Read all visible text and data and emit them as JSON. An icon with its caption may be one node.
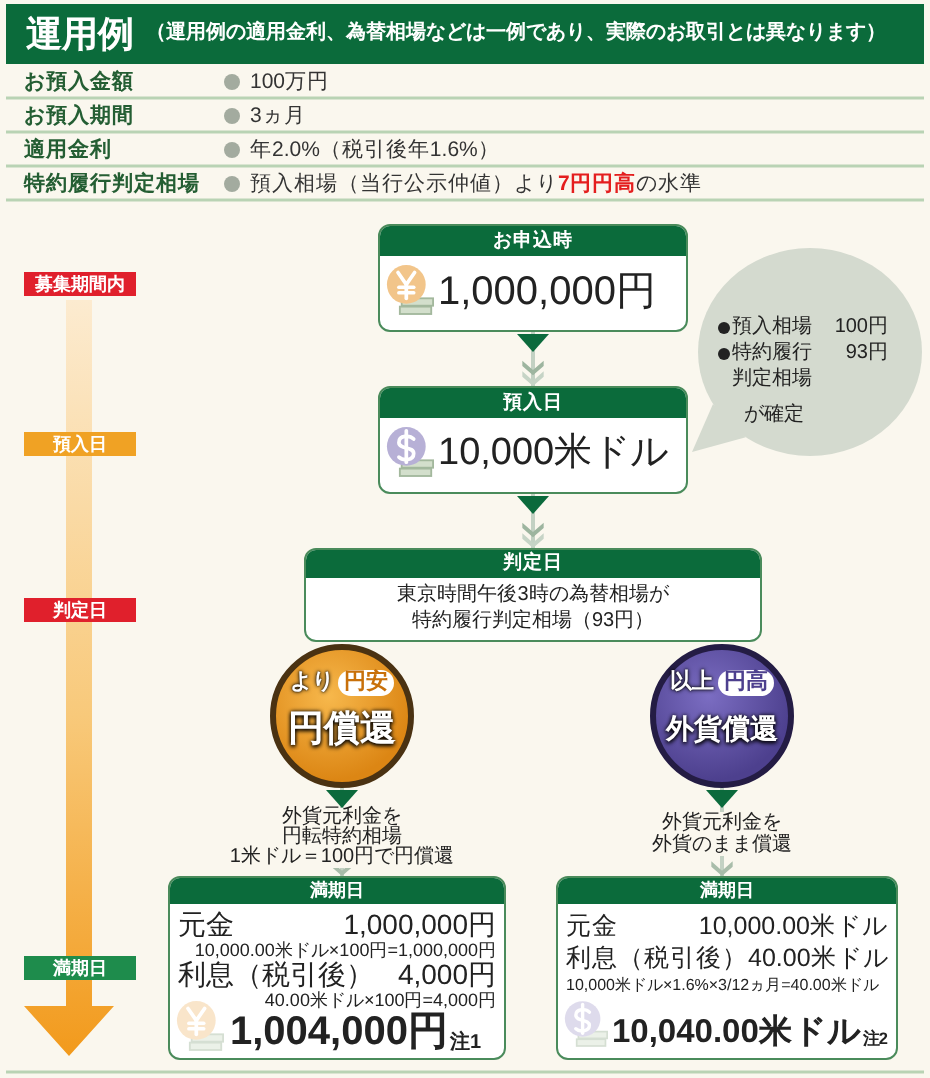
{
  "diagram": {
    "title": "運用例",
    "nodes": [
      {
        "text": [
          "募集期間内"
        ]
      },
      {
        "text": [
          "預入日"
        ]
      },
      {
        "text": [
          "判定日"
        ]
      },
      {
        "text": [
          "満期日"
        ]
      },
      {
        "text": [
          "お申込時",
          "1,000,000円"
        ]
      },
      {
        "text": [
          "預入相場",
          "100円",
          "特約履行判定相場",
          "93円",
          "が確定"
        ]
      },
      {
        "text": [
          "預入日",
          "10,000米ドル"
        ]
      },
      {
        "text": [
          "判定日",
          "東京時間午後3時の為替相場が特約履行判定相場（93円）"
        ]
      },
      {
        "text": [
          "より",
          "円安",
          "円償還"
        ]
      },
      {
        "text": [
          "以上",
          "円高",
          "外貨償還"
        ]
      },
      {
        "text": [
          "満期日",
          "元金",
          "1,000,000円",
          "10,000.00米ドル×100円=1,000,000円",
          "利息（税引後）",
          "4,000円",
          "40.00米ドル×100円=4,000円",
          "1,004,000円$_{注1}$"
        ]
      },
      {
        "text": [
          "満期日",
          "元金",
          "10,000.00米ドル",
          "利息（税引後）",
          "40.00米ドル",
          "10,000米ドル×1.6%×3/12ヵ月=40.00米ドル",
          "10,040.00米ドル$_{注2}$"
        ]
      }
    ],
    "edges": [
      {
        "from": 4,
        "to": 6,
        "arrow": "to"
      },
      {
        "from": 6,
        "to": 7,
        "arrow": "to"
      },
      {
        "from": 8,
        "to": 10,
        "arrow": "to",
        "label": "外貨元利金を円転特約相場1米ドル＝100円で円償還"
      },
      {
        "from": 9,
        "to": 11,
        "arrow": "to",
        "label": "外貨元利金を外貨のまま償還"
      }
    ],
    "labels": [
      "（運用例の適用金利、為替相場などは一例であり、実際のお取引とは異なります）",
      "お預入金額",
      "100万円",
      "お預入期間",
      "3ヵ月",
      "適用金利",
      "年2.0%（税引後年1.6%）",
      "特約履行判定相場",
      "預入相場（当行公示仲値）より**7円円高**の水準"
    ]
  }
}
